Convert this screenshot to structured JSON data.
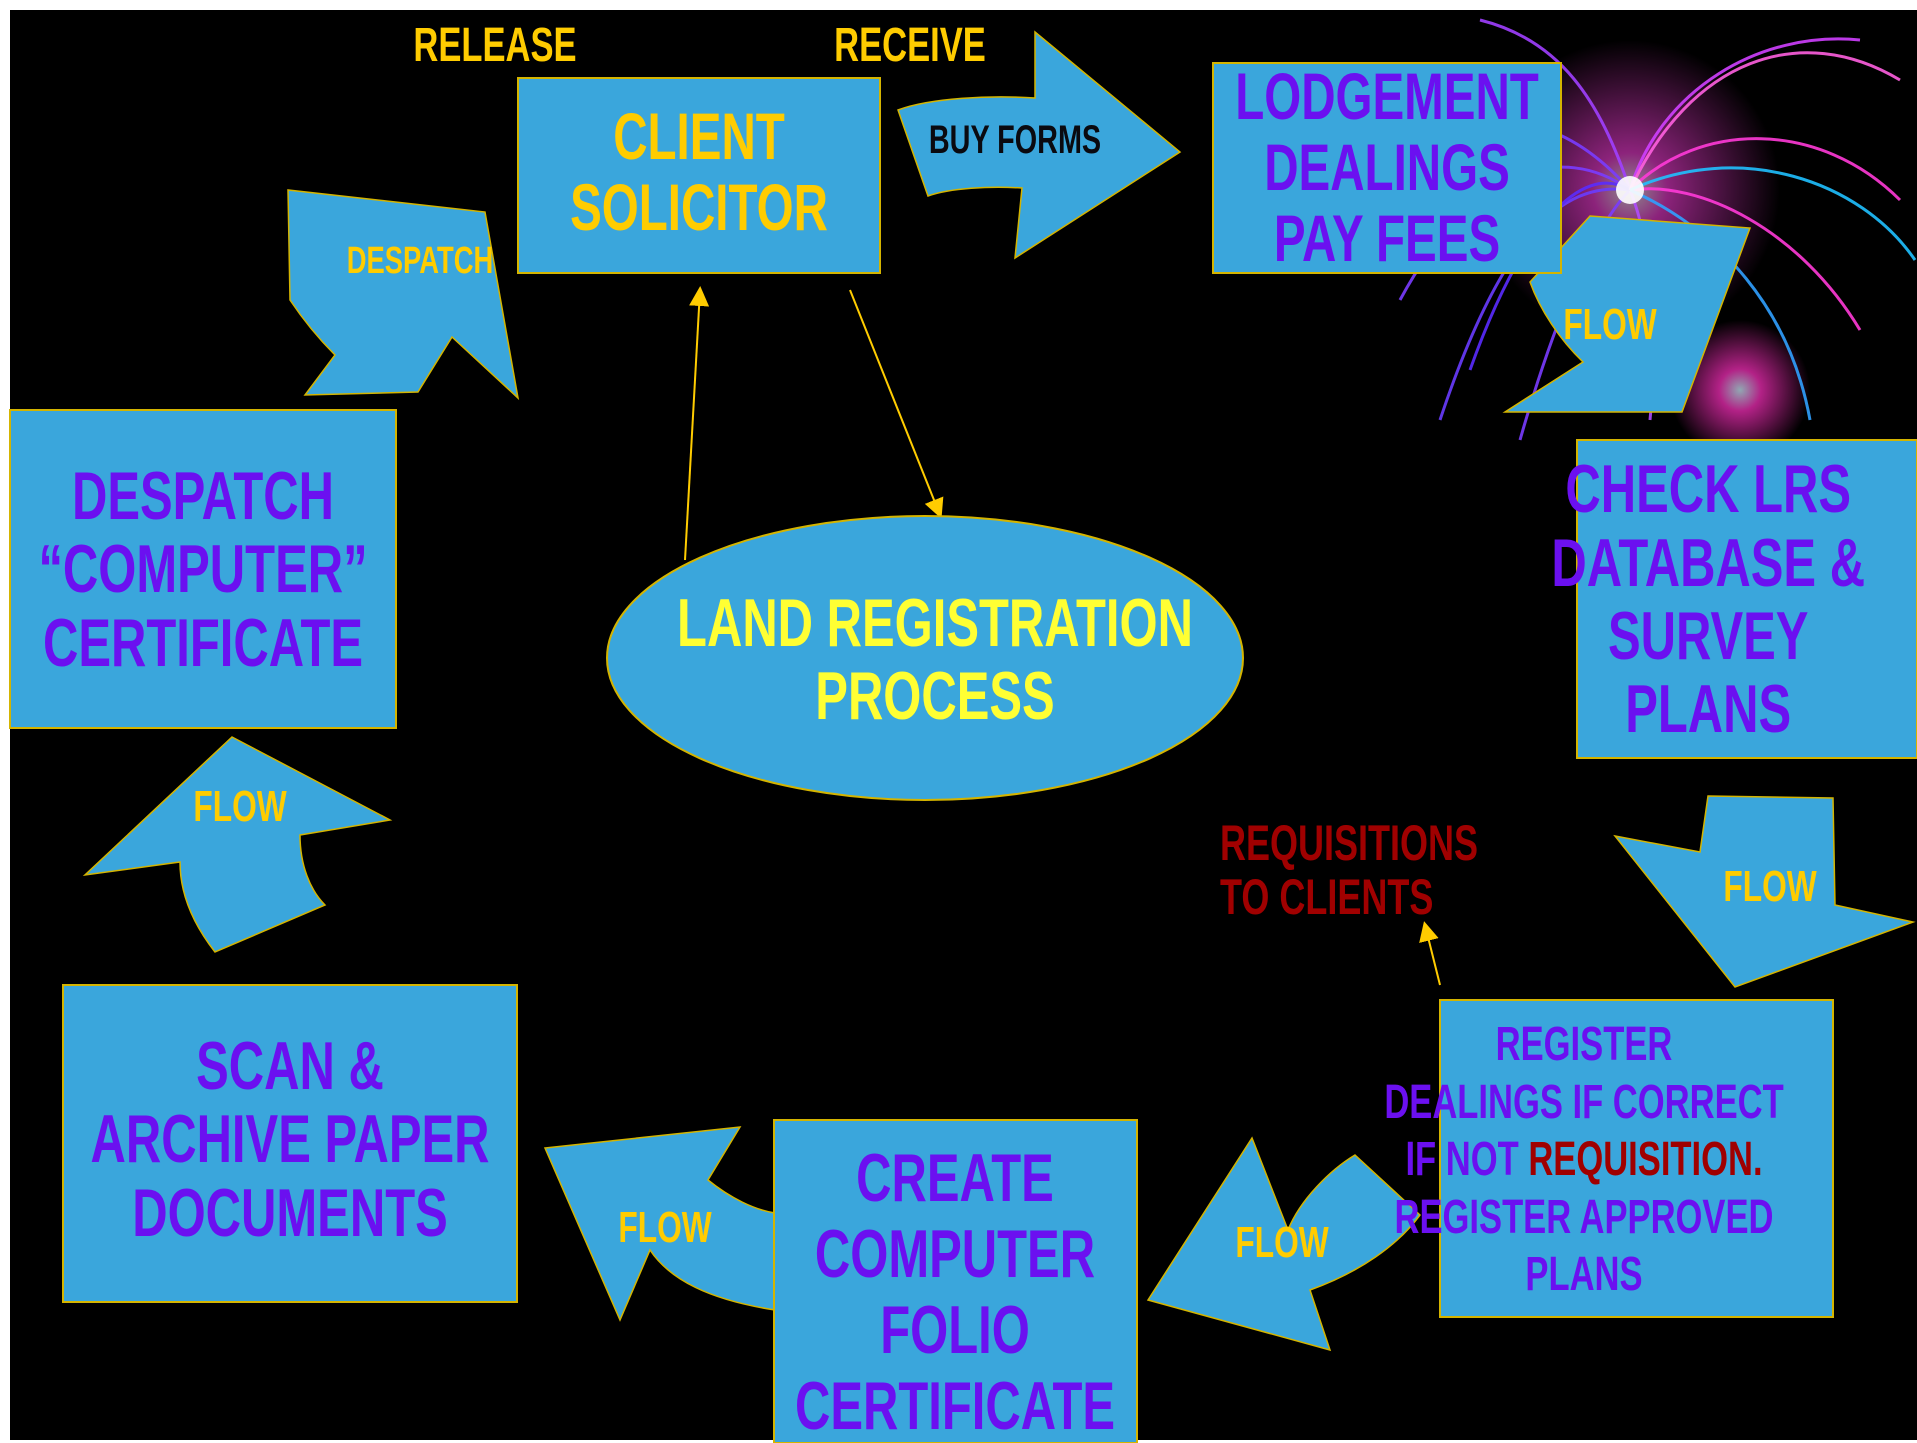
{
  "colors": {
    "background": "#000000",
    "box_fill": "#3aa6dc",
    "box_border": "#d4b400",
    "box_text": "#6b10f0",
    "label_gold": "#ffcc00",
    "center_text": "#ffff33",
    "requisition_red": "#a00000",
    "firework_pink": "#ff2fd0",
    "firework_violet": "#7a3cff"
  },
  "top_labels": {
    "release": "RELEASE",
    "receive": "RECEIVE"
  },
  "center": {
    "line1": "LAND REGISTRATION",
    "line2": "PROCESS"
  },
  "boxes": {
    "client": {
      "line1": "CLIENT",
      "line2": "SOLICITOR"
    },
    "lodgement": {
      "line1": "LODGEMENT",
      "line2": "DEALINGS",
      "line3": "PAY FEES"
    },
    "check": {
      "line1": "CHECK LRS",
      "line2": "DATABASE &",
      "line3": "SURVEY",
      "line4": "PLANS"
    },
    "register": {
      "line1": "REGISTER",
      "line2": "DEALINGS IF CORRECT",
      "line3_prefix": "IF NOT ",
      "line3_highlight": "REQUISITION.",
      "line4": "REGISTER APPROVED",
      "line5": "PLANS"
    },
    "create": {
      "line1": "CREATE",
      "line2": "COMPUTER",
      "line3": "FOLIO",
      "line4": "CERTIFICATE"
    },
    "scan": {
      "line1": "SCAN &",
      "line2": "ARCHIVE PAPER",
      "line3": "DOCUMENTS"
    },
    "despatch_cert": {
      "line1": "DESPATCH",
      "line2": "“COMPUTER”",
      "line3": "CERTIFICATE"
    }
  },
  "arrows": {
    "buy_forms": "BUY FORMS",
    "flow": "FLOW",
    "despatch": "DESPATCH"
  },
  "requisitions": {
    "line1": "REQUISITIONS",
    "line2": "TO CLIENTS"
  }
}
